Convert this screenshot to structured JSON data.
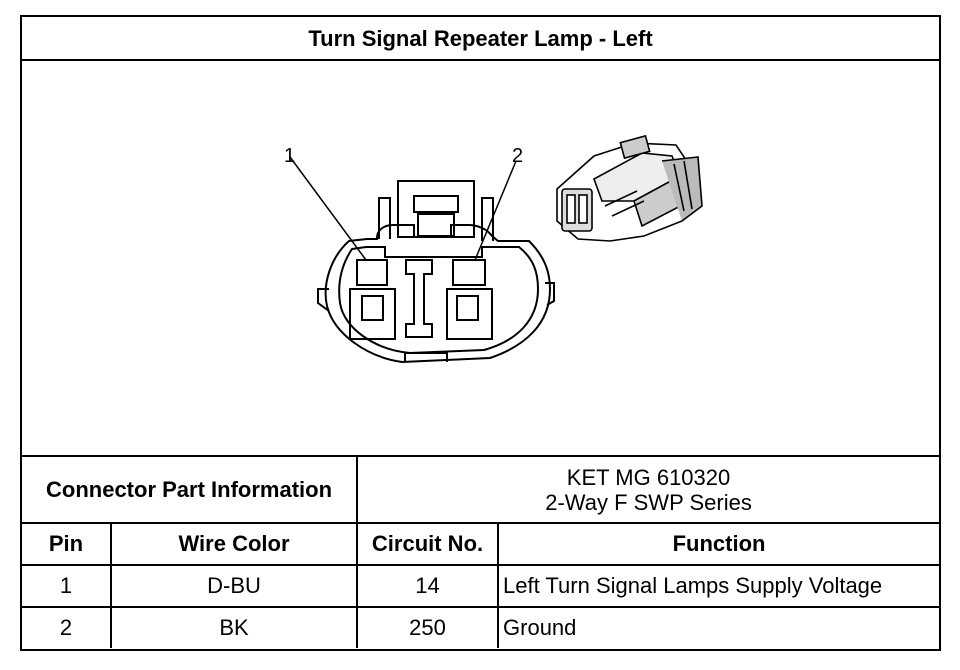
{
  "title": "Turn Signal Repeater Lamp - Left",
  "diagram": {
    "callouts": [
      "1",
      "2"
    ],
    "icons": [
      "connector-face-icon",
      "connector-photo-icon"
    ]
  },
  "connector_info": {
    "label": "Connector Part Information",
    "lines": [
      "KET MG 610320",
      "2-Way F SWP Series"
    ]
  },
  "table": {
    "headers": [
      "Pin",
      "Wire Color",
      "Circuit No.",
      "Function"
    ],
    "rows": [
      [
        "1",
        "D-BU",
        "14",
        "Left Turn Signal Lamps Supply Voltage"
      ],
      [
        "2",
        "BK",
        "250",
        "Ground"
      ]
    ]
  }
}
